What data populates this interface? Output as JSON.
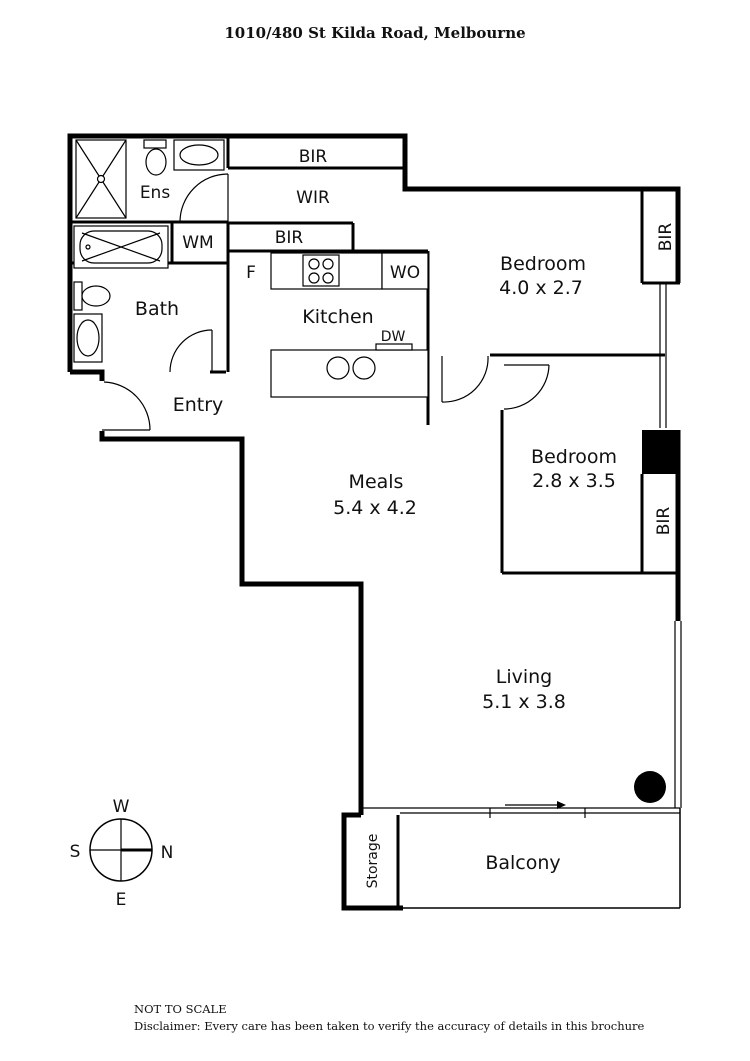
{
  "title": "1010/480 St Kilda Road, Melbourne",
  "rooms": {
    "ens": "Ens",
    "wir": "WIR",
    "bir_top": "BIR",
    "bir_mid": "BIR",
    "bir_bed1": "BIR",
    "bir_bed2": "BIR",
    "wm": "WM",
    "bath": "Bath",
    "f": "F",
    "wo": "WO",
    "kitchen": "Kitchen",
    "dw": "DW",
    "entry": "Entry",
    "bedroom1_name": "Bedroom",
    "bedroom1_size": "4.0 x 2.7",
    "bedroom2_name": "Bedroom",
    "bedroom2_size": "2.8 x 3.5",
    "meals_name": "Meals",
    "meals_size": "5.4  x 4.2",
    "living_name": "Living",
    "living_size": "5.1 x 3.8",
    "storage": "Storage",
    "balcony": "Balcony"
  },
  "compass": {
    "w": "W",
    "s": "S",
    "n": "N",
    "e": "E"
  },
  "footer": {
    "scale_note": "NOT TO SCALE",
    "disclaimer": "Disclaimer: Every care has been taken to verify the accuracy of details in this brochure"
  }
}
